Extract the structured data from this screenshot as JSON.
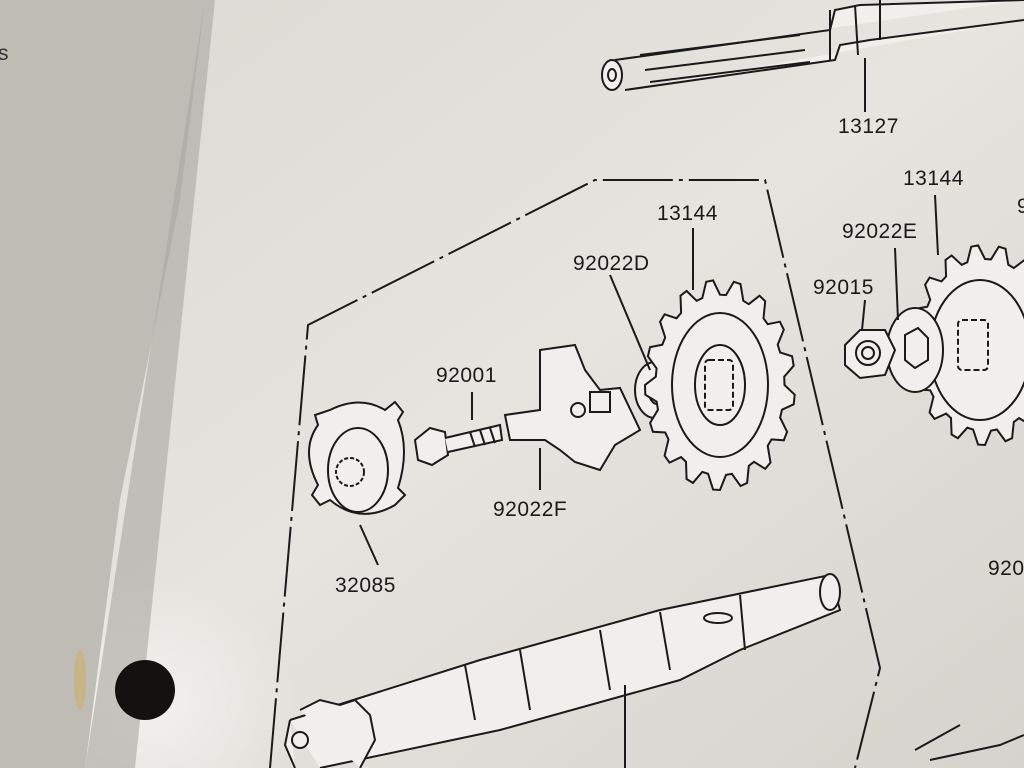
{
  "labels": {
    "shaft_top": "13127",
    "sprocket_right": "13144",
    "washer_right": "92022E",
    "nut_right": "92015",
    "sprocket_main": "13144",
    "washer_main": "92022D",
    "bolt": "92001",
    "plate": "92022F",
    "cover": "32085",
    "partial_right": "920",
    "partial_top_right": "9",
    "partial_left_page": "s"
  },
  "colors": {
    "paper": "#e4e2dc",
    "ink": "#1a1a1a",
    "left_page": "#bdbab4"
  }
}
